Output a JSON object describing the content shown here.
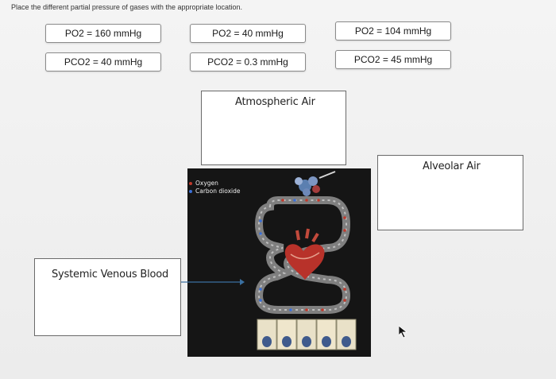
{
  "instruction": "Place the different partial pressure of gases with the appropriate location.",
  "chips": [
    {
      "label": "PO2 = 160 mmHg"
    },
    {
      "label": "PO2 = 40 mmHg"
    },
    {
      "label": "PO2 = 104 mmHg"
    },
    {
      "label": "PCO2 = 40 mmHg"
    },
    {
      "label": "PCO2 = 0.3 mmHg"
    },
    {
      "label": "PCO2 = 45 mmHg"
    }
  ],
  "drop_zones": {
    "atmospheric": {
      "label": "Atmospheric Air"
    },
    "alveolar": {
      "label": "Alveolar Air"
    },
    "systemic": {
      "label": "Systemic Venous Blood"
    }
  },
  "legend": {
    "oxygen": "Oxygen",
    "carbon_dioxide": "Carbon dioxide"
  },
  "colors": {
    "oxygen": "#c0392b",
    "carbon_dioxide": "#3b6fd6"
  }
}
